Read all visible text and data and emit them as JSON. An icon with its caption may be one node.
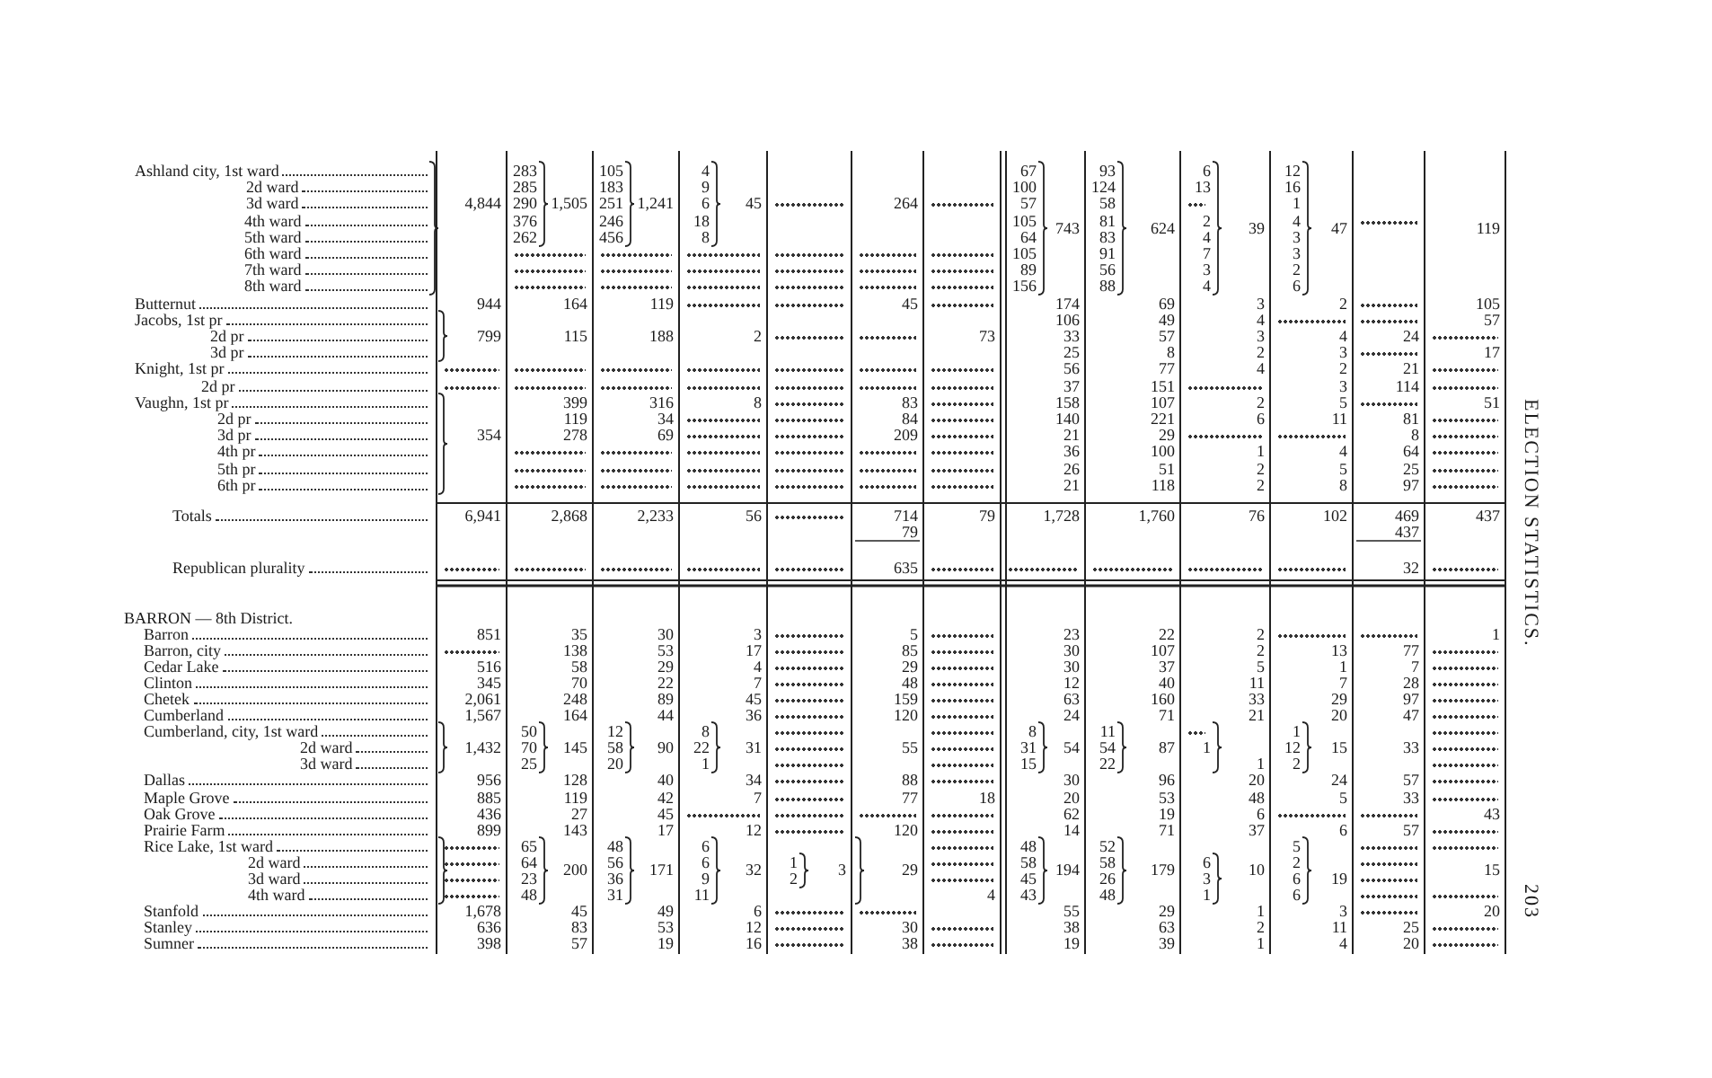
{
  "diagram": {
    "labels": [
      "Ashland city, 1st ward",
      "283",
      "105",
      "4",
      "67",
      "93",
      "6",
      "12",
      "2d ward",
      "285",
      "183",
      "9",
      "100",
      "124",
      "13",
      "16",
      "3d ward",
      "4,844",
      "290",
      "1,505",
      "251",
      "1,241",
      "6",
      "45",
      "264",
      "57",
      "58",
      "1",
      "4th ward",
      "376",
      "246",
      "18",
      "105",
      "743",
      "81",
      "624",
      "2",
      "39",
      "4",
      "47",
      "119",
      "5th ward",
      "262",
      "456",
      "8",
      "64",
      "83",
      "4",
      "3",
      "6th ward",
      "105",
      "91",
      "7",
      "3",
      "7th ward",
      "89",
      "56",
      "3",
      "2",
      "8th ward",
      "156",
      "88",
      "4",
      "6",
      "Butternut",
      "944",
      "164",
      "119",
      "45",
      "174",
      "69",
      "3",
      "2",
      "105",
      "Jacobs, 1st pr",
      "106",
      "49",
      "4",
      "57",
      "2d pr",
      "799",
      "115",
      "188",
      "2",
      "73",
      "33",
      "57",
      "3",
      "4",
      "24",
      "3d pr",
      "25",
      "8",
      "2",
      "3",
      "17",
      "Knight, 1st pr",
      "56",
      "77",
      "4",
      "2",
      "21",
      "2d pr",
      "37",
      "151",
      "3",
      "114",
      "Vaughn, 1st pr",
      "399",
      "316",
      "8",
      "83",
      "158",
      "107",
      "2",
      "5",
      "51",
      "2d pr",
      "119",
      "34",
      "84",
      "140",
      "221",
      "6",
      "11",
      "81",
      "3d pr",
      "354",
      "278",
      "69",
      "209",
      "21",
      "29",
      "8",
      "4th pr",
      "36",
      "100",
      "1",
      "4",
      "64",
      "5th pr",
      "26",
      "51",
      "2",
      "5",
      "25",
      "6th pr",
      "21",
      "118",
      "2",
      "8",
      "97",
      "Totals",
      "6,941",
      "2,868",
      "2,233",
      "56",
      "714",
      "79",
      "1,728",
      "1,760",
      "76",
      "102",
      "469",
      "437",
      "79",
      "437",
      "Republican plurality",
      "635",
      "32",
      "BARRON — 8th District.",
      "Barron",
      "851",
      "35",
      "30",
      "3",
      "5",
      "23",
      "22",
      "2",
      "1",
      "Barron, city",
      "138",
      "53",
      "17",
      "85",
      "30",
      "107",
      "2",
      "13",
      "77",
      "Cedar Lake",
      "516",
      "58",
      "29",
      "4",
      "29",
      "30",
      "37",
      "5",
      "1",
      "7",
      "Clinton",
      "345",
      "70",
      "22",
      "7",
      "48",
      "12",
      "40",
      "11",
      "7",
      "28",
      "Chetek",
      "2,061",
      "248",
      "89",
      "45",
      "159",
      "63",
      "160",
      "33",
      "29",
      "97",
      "Cumberland",
      "1,567",
      "164",
      "44",
      "36",
      "120",
      "24",
      "71",
      "21",
      "20",
      "47",
      "Cumberland, city, 1st ward",
      "50",
      "12",
      "8",
      "8",
      "11",
      "1",
      "2d ward",
      "1,432",
      "70",
      "145",
      "58",
      "90",
      "22",
      "31",
      "55",
      "31",
      "54",
      "54",
      "87",
      "1",
      "12",
      "15",
      "33",
      "3d ward",
      "25",
      "20",
      "1",
      "15",
      "22",
      "1",
      "2",
      "Dallas",
      "956",
      "128",
      "40",
      "34",
      "88",
      "30",
      "96",
      "20",
      "24",
      "57",
      "Maple Grove",
      "885",
      "119",
      "42",
      "7",
      "77",
      "18",
      "20",
      "53",
      "48",
      "5",
      "33",
      "Oak Grove",
      "436",
      "27",
      "45",
      "62",
      "19",
      "6",
      "43",
      "Prairie Farm",
      "899",
      "143",
      "17",
      "12",
      "120",
      "14",
      "71",
      "37",
      "6",
      "57",
      "Rice Lake, 1st ward",
      "65",
      "48",
      "6",
      "48",
      "52",
      "5",
      "2d ward",
      "64",
      "200",
      "56",
      "171",
      "6",
      "32",
      "1",
      "3",
      "29",
      "58",
      "194",
      "58",
      "179",
      "6",
      "10",
      "2",
      "15",
      "3d ward",
      "23",
      "36",
      "9",
      "2",
      "45",
      "26",
      "3",
      "6",
      "19",
      "4th ward",
      "48",
      "31",
      "11",
      "4",
      "43",
      "48",
      "1",
      "6",
      "Stanfold",
      "1,678",
      "45",
      "49",
      "6",
      "55",
      "29",
      "1",
      "3",
      "20",
      "Stanley",
      "636",
      "83",
      "53",
      "12",
      "30",
      "38",
      "63",
      "2",
      "11",
      "25",
      "Sumner",
      "398",
      "57",
      "19",
      "16",
      "38",
      "19",
      "39",
      "1",
      "4",
      "20",
      "ELECTION STATISTICS.",
      "203"
    ]
  }
}
